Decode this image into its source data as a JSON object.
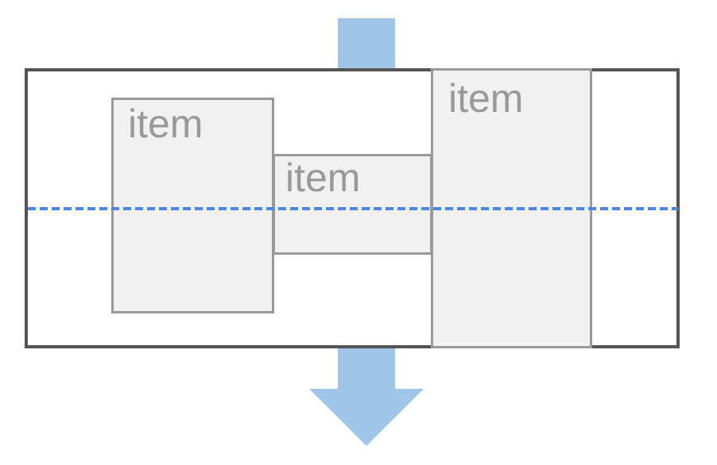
{
  "diagram": {
    "type": "flexbox-cross-axis-diagram",
    "container": {
      "border_style": "solid"
    },
    "items": [
      {
        "label": "item"
      },
      {
        "label": "item"
      },
      {
        "label": "item"
      }
    ],
    "axis_line": {
      "style": "dashed",
      "orientation": "horizontal"
    },
    "arrow": {
      "icon": "down-arrow-icon",
      "direction": "down"
    }
  },
  "colors": {
    "background": "#FFFFFF",
    "arrow_fill": "#9FC5E8",
    "axis_line": "#4A86E8",
    "container_border": "#545454",
    "item_border": "#999999",
    "item_fill": "#F1F1F1",
    "item_text": "#999999"
  }
}
